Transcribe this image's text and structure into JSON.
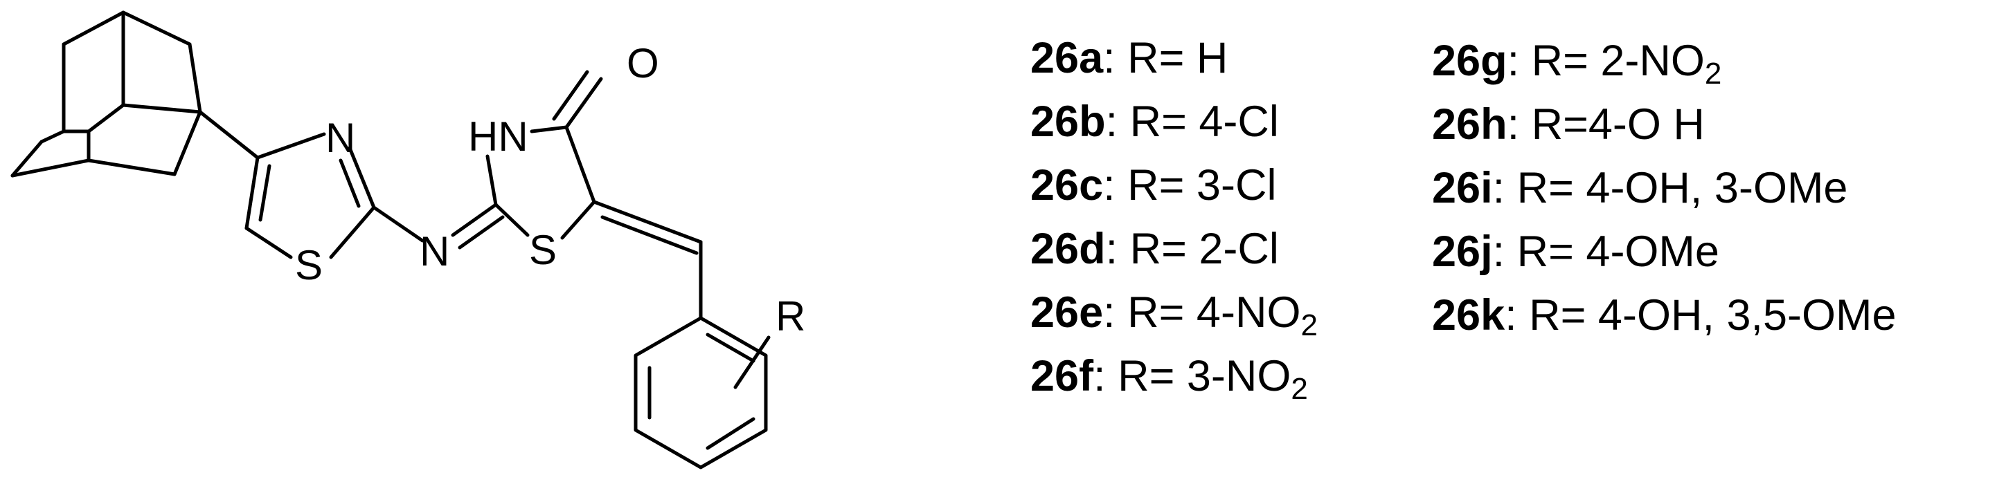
{
  "structure": {
    "atoms": {
      "carbonyl_o": "O",
      "nh": "HN",
      "thiazole_n": "N",
      "thiazole_s": "S",
      "imine_n": "N",
      "thiazolidinone_s": "S",
      "r_group": "R"
    }
  },
  "substituents": {
    "column1": [
      {
        "id": "26a",
        "sep": ": ",
        "prefix": "R= H",
        "sub": "",
        "suffix": ""
      },
      {
        "id": "26b",
        "sep": ": ",
        "prefix": "R= 4-Cl",
        "sub": "",
        "suffix": ""
      },
      {
        "id": "26c",
        "sep": ": ",
        "prefix": "R= 3-Cl",
        "sub": "",
        "suffix": ""
      },
      {
        "id": "26d",
        "sep": ": ",
        "prefix": "R= 2-Cl",
        "sub": "",
        "suffix": ""
      },
      {
        "id": "26e",
        "sep": ": ",
        "prefix": "R= 4-NO",
        "sub": "2",
        "suffix": ""
      },
      {
        "id": "26f",
        "sep": ": ",
        "prefix": "R= 3-NO",
        "sub": "2",
        "suffix": ""
      }
    ],
    "column2": [
      {
        "id": "26g",
        "sep": ": ",
        "prefix": "R= 2-NO",
        "sub": "2",
        "suffix": ""
      },
      {
        "id": "26h",
        "sep": ": ",
        "prefix": "R=4-O H",
        "sub": "",
        "suffix": ""
      },
      {
        "id": "26i",
        "sep": ": ",
        "prefix": "R= 4-OH, 3-OMe",
        "sub": "",
        "suffix": ""
      },
      {
        "id": "26j",
        "sep": ": ",
        "prefix": "R= 4-OMe",
        "sub": "",
        "suffix": ""
      },
      {
        "id": "26k",
        "sep": ": ",
        "prefix": "R= 4-OH, 3,5-OMe",
        "sub": "",
        "suffix": ""
      }
    ]
  }
}
